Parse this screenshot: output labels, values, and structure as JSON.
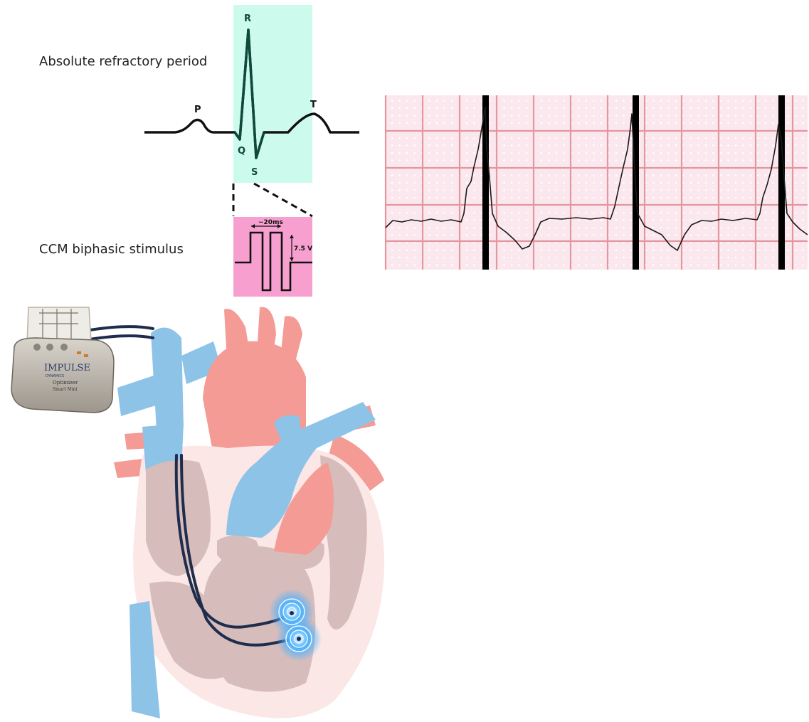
{
  "labels": {
    "absolute_refractory": "Absolute refractory period",
    "ccm_stimulus": "CCM biphasic stimulus"
  },
  "ecg_waves": {
    "p": "P",
    "q": "Q",
    "r": "R",
    "s": "S",
    "t": "T"
  },
  "stimulus": {
    "width": "~20ms",
    "amplitude": "7.5 V"
  },
  "device": {
    "brand": "IMPULSE",
    "brand_sub": "DYNAMICS",
    "model": "Optimizer",
    "model_sub": "Smart Mini"
  },
  "colors": {
    "refractory_box": "#ccfbee",
    "stimulus_box": "#f7a0cf",
    "ecg_grid_bg": "#fbe6ee",
    "ecg_grid_line": "#e4959f",
    "vein_blue": "#8ec3e8",
    "artery_red": "#f39b94",
    "myocardium": "#fbe7e5",
    "chamber": "#d7bcbc",
    "lead": "#1f2d4d",
    "electrode_glow": "#3aa6ff"
  },
  "icons": [
    "ecg-waveform-icon",
    "biphasic-pulse-icon",
    "pacemaker-device-icon",
    "heart-icon",
    "electrode-icon"
  ]
}
